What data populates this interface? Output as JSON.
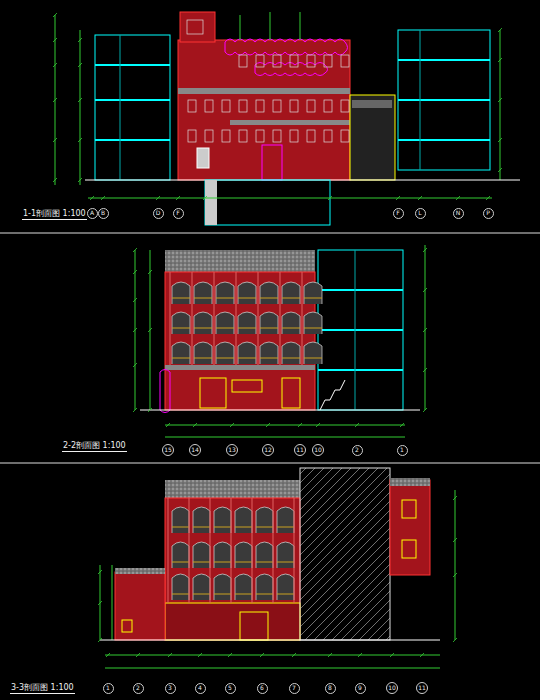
{
  "diagram": {
    "nodes": [
      {
        "text": [
          "A"
        ]
      },
      {
        "text": [
          "B"
        ]
      },
      {
        "text": [
          "D"
        ]
      },
      {
        "text": [
          "F"
        ]
      },
      {
        "text": [
          "F"
        ]
      },
      {
        "text": [
          "L"
        ]
      },
      {
        "text": [
          "N"
        ]
      },
      {
        "text": [
          "P"
        ]
      },
      {
        "text": [
          "15"
        ]
      },
      {
        "text": [
          "14"
        ]
      },
      {
        "text": [
          "13"
        ]
      },
      {
        "text": [
          "12"
        ]
      },
      {
        "text": [
          "11"
        ]
      },
      {
        "text": [
          "10"
        ]
      },
      {
        "text": [
          "2"
        ]
      },
      {
        "text": [
          "1"
        ]
      },
      {
        "text": [
          "1"
        ]
      },
      {
        "text": [
          "2"
        ]
      },
      {
        "text": [
          "3"
        ]
      },
      {
        "text": [
          "4"
        ]
      },
      {
        "text": [
          "5"
        ]
      },
      {
        "text": [
          "6"
        ]
      },
      {
        "text": [
          "7"
        ]
      },
      {
        "text": [
          "8"
        ]
      },
      {
        "text": [
          "9"
        ]
      },
      {
        "text": [
          "10"
        ]
      },
      {
        "text": [
          "11"
        ]
      }
    ],
    "labels": [
      "1-1剖面图 1:100",
      "2-2剖面图 1:100",
      "3-3剖面图 1:100"
    ]
  }
}
